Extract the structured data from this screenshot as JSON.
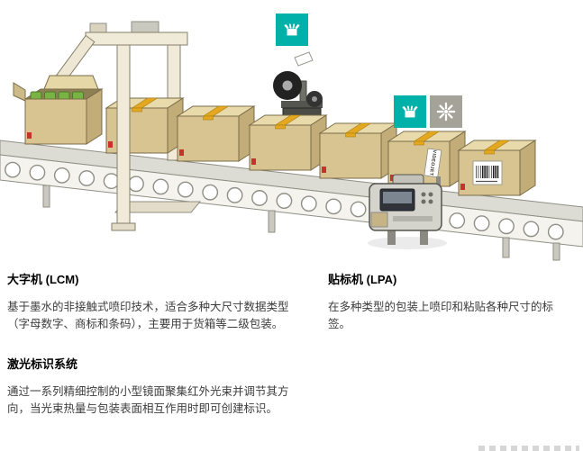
{
  "page": {
    "background": "#ffffff"
  },
  "illustration": {
    "name": "packaging-line-illustration",
    "box_label_brand": "VIDEOJET",
    "icons": {
      "labeler_carton": {
        "glyph": "carton",
        "color": "#00b1a9"
      },
      "printer_carton": {
        "glyph": "carton",
        "color": "#00b1a9"
      },
      "laser_burst": {
        "glyph": "laser-burst",
        "color": "#a5a399"
      }
    }
  },
  "sections": {
    "lcm": {
      "heading": "大字机 (LCM)",
      "body": "基于墨水的非接触式喷印技术，适合多种大尺寸数据类型（字母数字、商标和条码），主要用于货箱等二级包装。"
    },
    "lpa": {
      "heading": "贴标机 (LPA)",
      "body": "在多种类型的包装上喷印和粘贴各种尺寸的标签。"
    },
    "laser": {
      "heading": "激光标识系统",
      "body": "通过一系列精细控制的小型镜面聚集红外光束并调节其方向，当光束热量与包装表面相互作用时即可创建标识。"
    }
  }
}
